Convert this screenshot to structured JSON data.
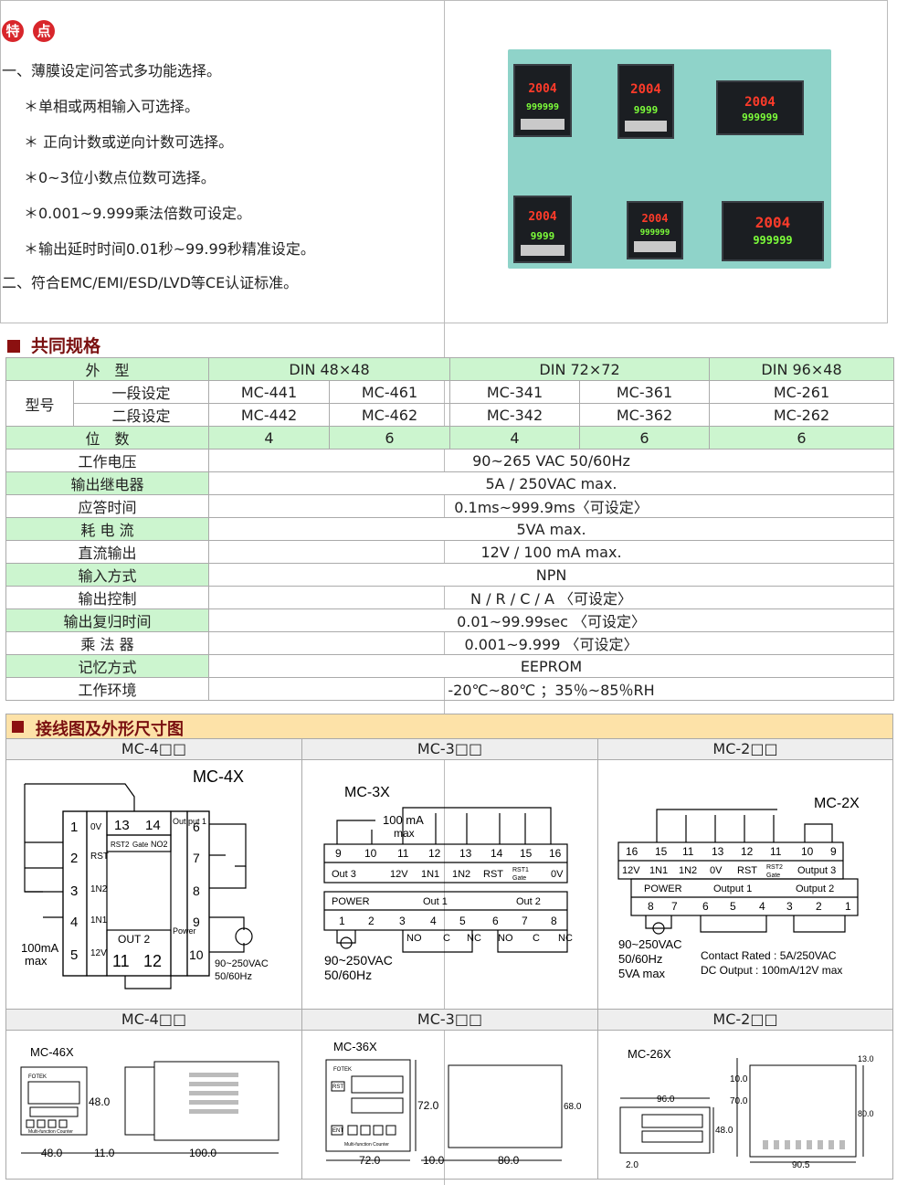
{
  "features": {
    "badge1": "特",
    "badge2": "点",
    "lines": [
      "一、薄膜设定问答式多功能选择。",
      "＊单相或两相输入可选择。",
      "＊ 正向计数或逆向计数可选择。",
      "＊0~3位小数点位数可选择。",
      "＊0.001~9.999乘法倍数可设定。",
      "＊输出延时时间0.01秒~99.99秒精准设定。",
      "二、符合EMC/EMI/ESD/LVD等CE认证标准。"
    ],
    "photo_displays": [
      {
        "top": "2004",
        "bottom": "999999"
      },
      {
        "top": "2004",
        "bottom": "9999"
      },
      {
        "top": "2004",
        "bottom": "999999"
      },
      {
        "top": "2004",
        "bottom": "9999"
      },
      {
        "top": "2004",
        "bottom": "999999"
      },
      {
        "top": "2004",
        "bottom": "999999"
      }
    ]
  },
  "spec": {
    "title": "共同规格",
    "outline_label": "外　型",
    "din48": "DIN  48×48",
    "din72": "DIN  72×72",
    "din96": "DIN  96×48",
    "model_label": "型号",
    "one_stage": "一段设定",
    "two_stage": "二段设定",
    "models_one": [
      "MC-441",
      "MC-461",
      "MC-341",
      "MC-361",
      "MC-261"
    ],
    "models_two": [
      "MC-442",
      "MC-462",
      "MC-342",
      "MC-362",
      "MC-262"
    ],
    "digits_label": "位　数",
    "digits": [
      "4",
      "6",
      "4",
      "6",
      "6"
    ],
    "rows": [
      {
        "label": "工作电压",
        "value": "90~265 VAC  50/60Hz"
      },
      {
        "label": "输出继电器",
        "value": "5A / 250VAC max."
      },
      {
        "label": "应答时间",
        "value": "0.1ms~999.9ms〈可设定〉"
      },
      {
        "label": "耗 电 流",
        "value": "5VA max."
      },
      {
        "label": "直流输出",
        "value": "12V / 100 mA  max."
      },
      {
        "label": "输入方式",
        "value": "NPN"
      },
      {
        "label": "输出控制",
        "value": "N / R / C / A 〈可设定〉"
      },
      {
        "label": "输出复归时间",
        "value": "0.01~99.99sec 〈可设定〉"
      },
      {
        "label": "乘 法 器",
        "value": "0.001~9.999 〈可设定〉"
      },
      {
        "label": "记忆方式",
        "value": "EEPROM"
      },
      {
        "label": "工作环境",
        "value": "-20℃~80℃ ；35％~85％RH"
      }
    ]
  },
  "wiring": {
    "title": "接线图及外形尺寸图",
    "col_heads": [
      "MC-4□□",
      "MC-3□□",
      "MC-2□□"
    ],
    "mc4": {
      "name": "MC-4X",
      "left_nums": [
        "1",
        "2",
        "3",
        "4",
        "5"
      ],
      "left_labels": [
        "0V",
        "RST",
        "1N2",
        "1N1",
        "12V"
      ],
      "top_nums": [
        "13",
        "14"
      ],
      "top_labels": [
        "RST2",
        "Gate",
        "NO2"
      ],
      "right_nums": [
        "6",
        "7",
        "8",
        "9",
        "10"
      ],
      "out_put1": "Out put 1",
      "power": "Power",
      "out2": "OUT  2",
      "n11": "11",
      "n12": "12",
      "max_note_1": "100mA",
      "max_note_2": "max",
      "supply_1": "90~250VAC",
      "supply_2": "50/60Hz"
    },
    "mc3": {
      "name": "MC-3X",
      "note_1": "100 mA",
      "note_2": "max",
      "top_nums": [
        "9",
        "10",
        "11",
        "12",
        "13",
        "14",
        "15",
        "16"
      ],
      "top_labels": [
        "Out 3",
        "12V",
        "1N1",
        "1N2",
        "RST",
        "RST1",
        "Gate",
        "0V"
      ],
      "power": "POWER",
      "out1": "Out 1",
      "out2": "Out 2",
      "bot_nums": [
        "1",
        "2",
        "3",
        "4",
        "5",
        "6",
        "7",
        "8"
      ],
      "nc_labels": [
        "NO",
        "C",
        "NC",
        "NO",
        "C",
        "NC"
      ],
      "supply_1": "90~250VAC",
      "supply_2": "50/60Hz"
    },
    "mc2": {
      "name": "MC-2X",
      "top_nums": [
        "16",
        "15",
        "11",
        "13",
        "12",
        "11",
        "10",
        "9"
      ],
      "top_labels": [
        "12V",
        "1N1",
        "1N2",
        "0V",
        "RST",
        "RST2",
        "Gate",
        "Output 3"
      ],
      "power": "POWER",
      "out1": "Output 1",
      "out2": "Output 2",
      "bot_nums": [
        "8",
        "7",
        "6",
        "5",
        "4",
        "3",
        "2",
        "1"
      ],
      "supply_1": "90~250VAC",
      "supply_2": "50/60Hz",
      "supply_3": "5VA max",
      "contact_1": "Contact Rated : 5A/250VAC",
      "contact_2": "DC Output : 100mA/12V max"
    },
    "dims": {
      "mc46_name": "MC-46X",
      "mc46_front_label": "Multi-function Counter",
      "mc46_d1": "48.0",
      "mc46_d2": "48.0",
      "mc46_d3": "11.0",
      "mc46_d4": "100.0",
      "mc36_name": "MC-36X",
      "mc36_front_label": "Multi-function Counter",
      "mc36_d1": "72.0",
      "mc36_d2": "68.0",
      "mc36_d3": "72.0",
      "mc36_d4": "10.0",
      "mc36_d5": "80.0",
      "mc26_name": "MC-26X",
      "mc26_d1": "96.0",
      "mc26_d2": "48.0",
      "mc26_d3": "2.0",
      "mc26_d4": "10.0",
      "mc26_d5": "70.0",
      "mc26_d6": "13.0",
      "mc26_d7": "80.0",
      "mc26_d8": "90.5"
    },
    "brand": "FOTEK",
    "keys": [
      "RST",
      "ENT"
    ]
  }
}
